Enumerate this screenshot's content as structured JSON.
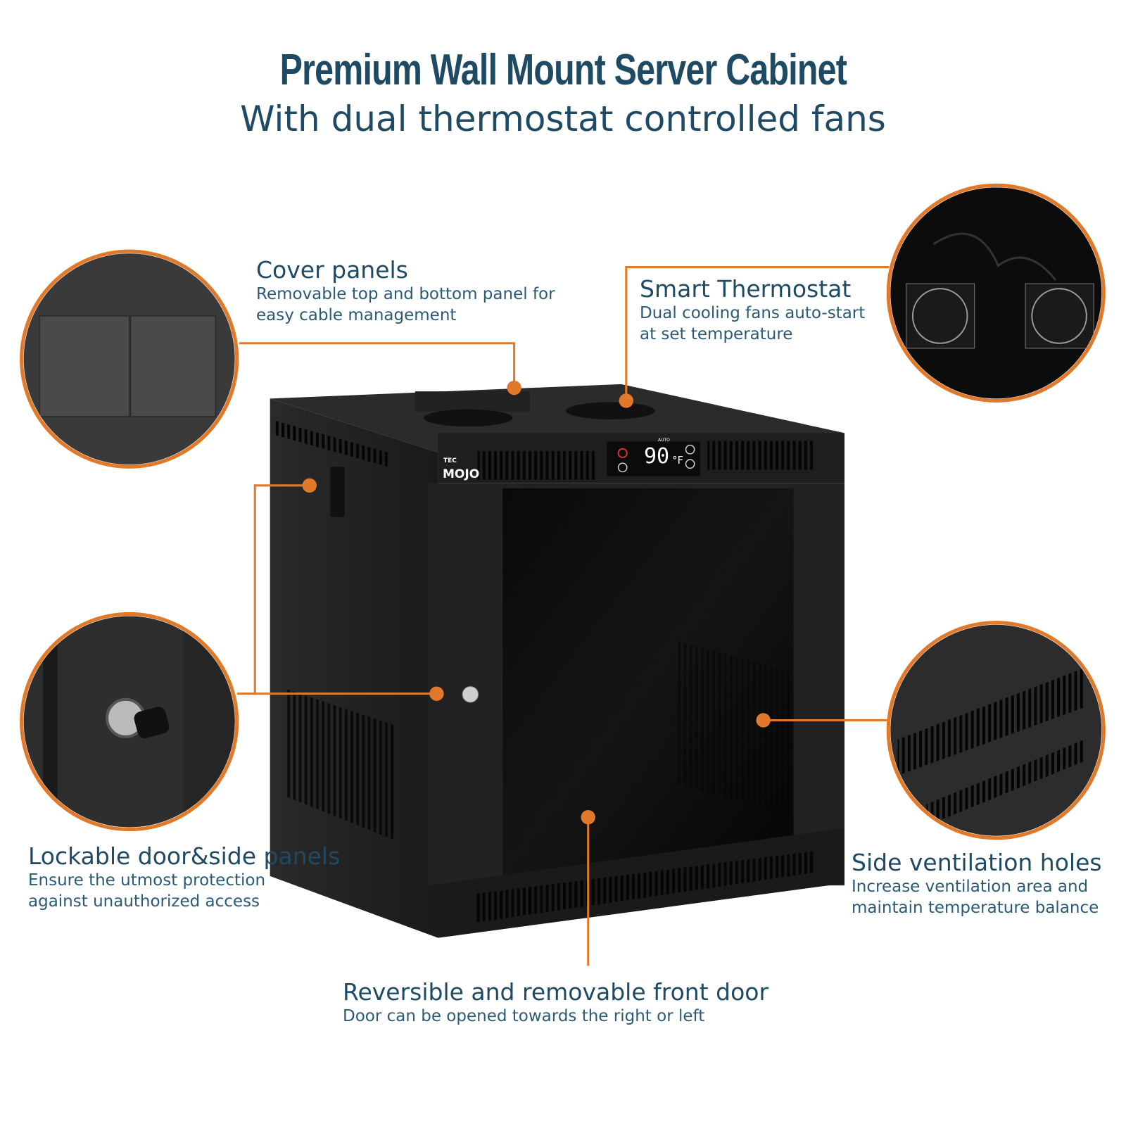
{
  "header": {
    "title": "Premium Wall Mount Server Cabinet",
    "subtitle": "With dual thermostat controlled fans"
  },
  "callouts": [
    {
      "title": "Cover panels",
      "desc1": "Removable top and bottom panel for",
      "desc2": "easy cable management"
    },
    {
      "title": "Smart Thermostat",
      "desc1": "Dual cooling fans auto-start",
      "desc2": "at set temperature"
    },
    {
      "title": "Lockable door&side panels",
      "desc1": "Ensure the utmost protection",
      "desc2": "against unauthorized access"
    },
    {
      "title": "Side ventilation holes",
      "desc1": "Increase ventilation area and",
      "desc2": "maintain temperature balance"
    },
    {
      "title": "Reversible and removable front door",
      "desc1": "Door can be opened towards the right or left"
    }
  ],
  "product": {
    "brand_small": "TEC",
    "brand": "MOJO",
    "display_temp": "90",
    "display_unit": "°F",
    "display_mode": "AUTO"
  },
  "colors": {
    "accent": "#e07a2a",
    "text": "#1f4a64",
    "cabinet": "#1c1c1c"
  }
}
